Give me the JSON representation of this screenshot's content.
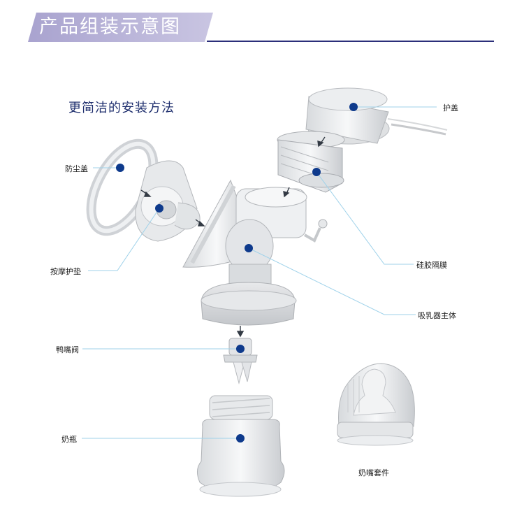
{
  "header": {
    "title": "产品组装示意图",
    "subtitle": "更简洁的安装方法"
  },
  "labels": {
    "cover": "护盖",
    "dust_cap": "防尘盖",
    "silicone_diaphragm": "硅胶隔膜",
    "massage_cushion": "按摩护垫",
    "pump_body": "吸乳器主体",
    "duckbill_valve": "鸭嘴阀",
    "bottle": "奶瓶",
    "nipple_set": "奶嘴套件"
  },
  "colors": {
    "banner": "#b8b3d6",
    "accent_line": "#2b2f7a",
    "marker_dot": "#0e3a8c",
    "leader_line": "#9fd2ea",
    "subtitle_text": "#1f2f6e"
  }
}
